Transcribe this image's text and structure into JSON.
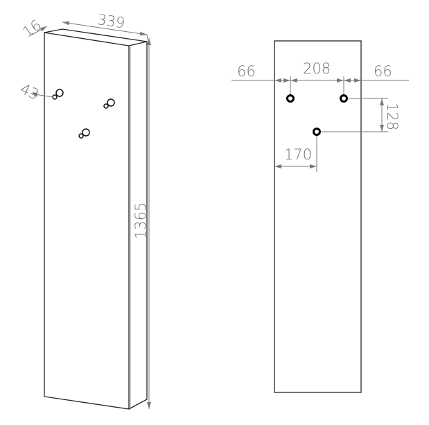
{
  "iso_view": {
    "dimensions": {
      "thickness": "16",
      "width": "339",
      "height": "1365",
      "hook_depth": "43"
    }
  },
  "front_view": {
    "dimensions": {
      "left_margin": "66",
      "hook_spacing": "208",
      "right_margin": "66",
      "vertical_offset": "128",
      "center_hook_offset": "170"
    }
  },
  "colors": {
    "dimension": "#6b7079",
    "outline": "#222222"
  }
}
